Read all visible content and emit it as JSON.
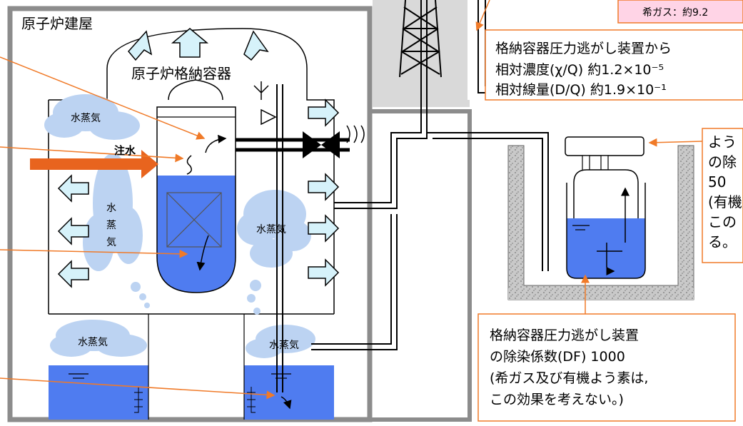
{
  "building": {
    "reactor_building_label": "原子炉建屋",
    "containment_label": "原子炉格納容器",
    "water_injection_label": "注水",
    "steam_labels": [
      "水蒸気",
      "水",
      "蒸",
      "気",
      "水蒸気",
      "水蒸気",
      "水蒸気"
    ]
  },
  "top_right_box": {
    "text": "希ガス：約9.2"
  },
  "vent_box": {
    "line1": "格納容器圧力逃がし装置から",
    "line2": "相対濃度(χ/Q) 約1.2×10⁻⁵",
    "line3": "相対線量(D/Q) 約1.9×10⁻¹"
  },
  "iodine_box": {
    "lines": [
      "よう",
      "の除",
      "50",
      "(有機",
      "この",
      "る。"
    ]
  },
  "df_box": {
    "line1": "格納容器圧力逃がし装置",
    "line2": "の除染係数(DF) 1000",
    "line3": "(希ガス及び有機よう素は,",
    "line4": "この効果を考えない。)"
  },
  "colors": {
    "wall": "#8c8c8c",
    "water": "#4f7cf0",
    "steam": "#bcd3f2",
    "arrow_fill": "#d6f2fa",
    "callout": "#f07a28",
    "inject_arrow": "#e8641e",
    "pink_box": "#ffd4e6"
  }
}
